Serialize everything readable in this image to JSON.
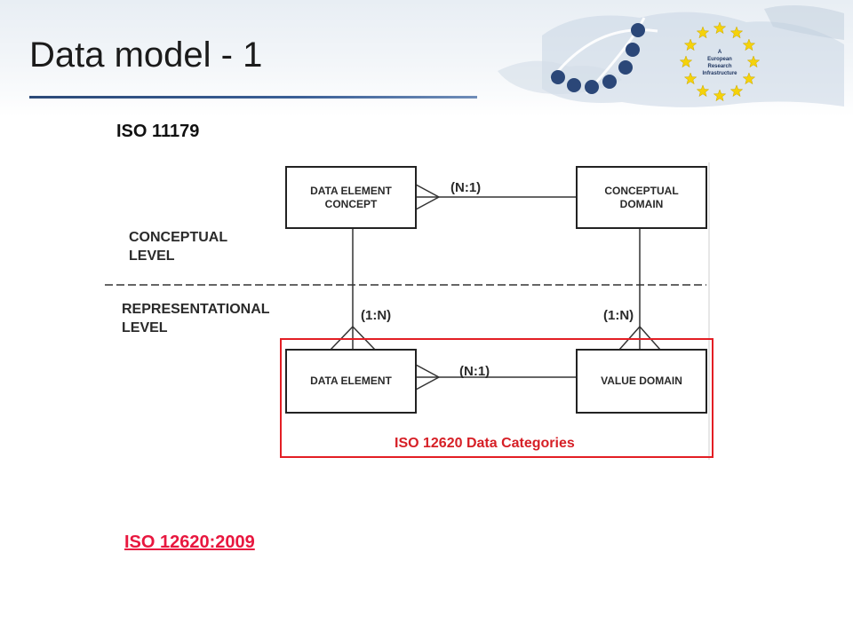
{
  "slide": {
    "title": "Data model - 1",
    "standard": "ISO 11179",
    "link": "ISO 12620:2009"
  },
  "logo": {
    "text_lines": [
      "A",
      "European",
      "Research",
      "Infrastructure"
    ],
    "star_color": "#f5d20a",
    "circle_color": "#2a4a8a"
  },
  "diagram": {
    "entities": {
      "data_element_concept": "DATA ELEMENT\nCONCEPT",
      "conceptual_domain": "CONCEPTUAL\nDOMAIN",
      "data_element": "DATA ELEMENT",
      "value_domain": "VALUE DOMAIN"
    },
    "levels": {
      "conceptual": "CONCEPTUAL\nLEVEL",
      "representational": "REPRESENTATIONAL\nLEVEL"
    },
    "cardinalities": {
      "top": "(N:1)",
      "bottom": "(N:1)",
      "left_vertical": "(1:N)",
      "right_vertical": "(1:N)"
    },
    "group_label": "ISO 12620 Data Categories",
    "group_color": "#e31e24"
  }
}
